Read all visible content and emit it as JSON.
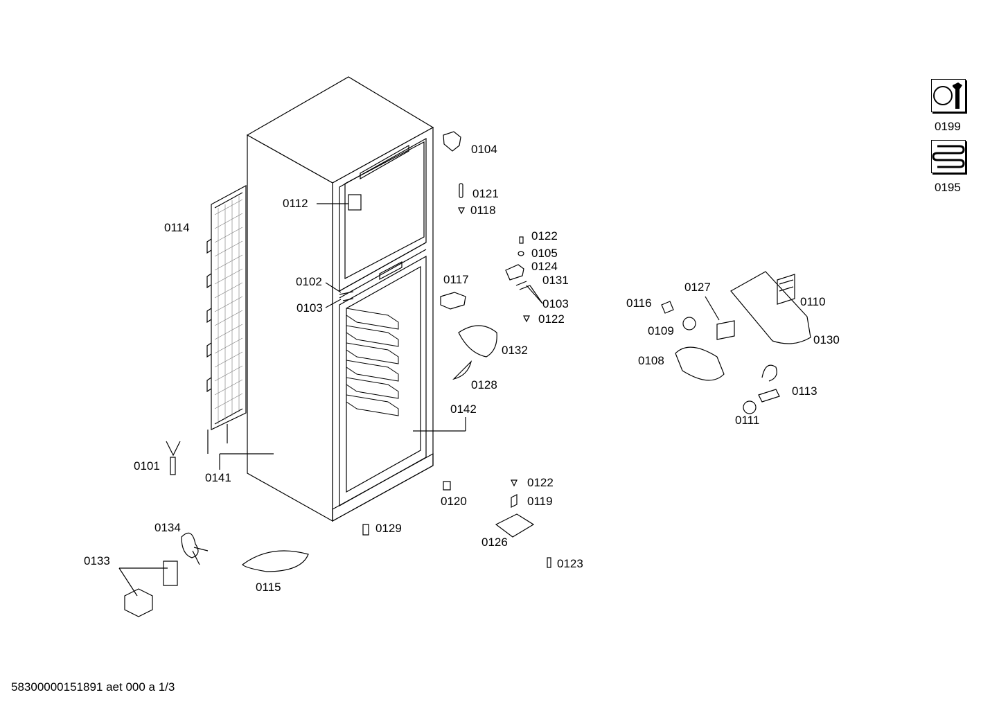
{
  "labels": {
    "p0104": "0104",
    "p0121": "0121",
    "p0118": "0118",
    "p0112": "0112",
    "p0114": "0114",
    "p0122a": "0122",
    "p0105": "0105",
    "p0124": "0124",
    "p0131": "0131",
    "p0103a": "0103",
    "p0122b": "0122",
    "p0117": "0117",
    "p0102": "0102",
    "p0103b": "0103",
    "p0132": "0132",
    "p0128": "0128",
    "p0142": "0142",
    "p0101": "0101",
    "p0141": "0141",
    "p0120": "0120",
    "p0122c": "0122",
    "p0119": "0119",
    "p0126": "0126",
    "p0129": "0129",
    "p0123": "0123",
    "p0134": "0134",
    "p0133": "0133",
    "p0115": "0115",
    "p0116": "0116",
    "p0127": "0127",
    "p0110": "0110",
    "p0109": "0109",
    "p0130": "0130",
    "p0108": "0108",
    "p0113": "0113",
    "p0111": "0111"
  },
  "legend": [
    {
      "code": "0199",
      "icon": "tools-icon"
    },
    {
      "code": "0195",
      "icon": "coil-icon"
    }
  ],
  "footer": "58300000151891 aet 000 a 1/3"
}
